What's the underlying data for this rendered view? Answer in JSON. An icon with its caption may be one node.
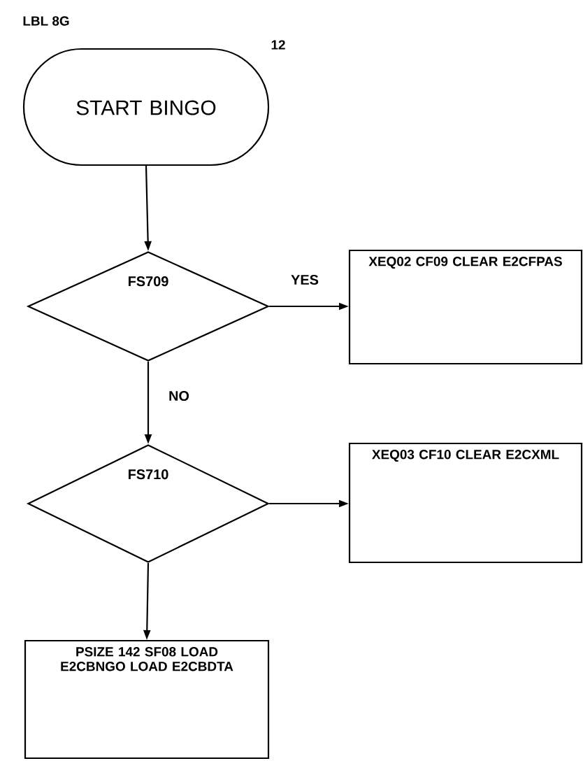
{
  "diagram": {
    "nodes": [
      {
        "text": [
          "START BINGO"
        ]
      },
      {
        "text": [
          "FS709"
        ]
      },
      {
        "text": [
          "XEQ02 CF09 CLEAR E2CFPAS"
        ]
      },
      {
        "text": [
          "FS710"
        ]
      },
      {
        "text": [
          "XEQ03 CF10 CLEAR E2CXML"
        ]
      },
      {
        "text": [
          "PSIZE 142 SF08 LOAD E2CBNGO LOAD E2CBDTA"
        ]
      }
    ],
    "edges": [
      {
        "from": 0,
        "to": 1,
        "arrow": "to"
      },
      {
        "from": 1,
        "to": 2,
        "arrow": "to",
        "label": "YES"
      },
      {
        "from": 1,
        "to": 3,
        "arrow": "to",
        "label": "NO"
      },
      {
        "from": 3,
        "to": 4,
        "arrow": "to"
      },
      {
        "from": 3,
        "to": 5,
        "arrow": "to"
      }
    ],
    "labels": [
      "LBL 8G",
      "12"
    ]
  }
}
